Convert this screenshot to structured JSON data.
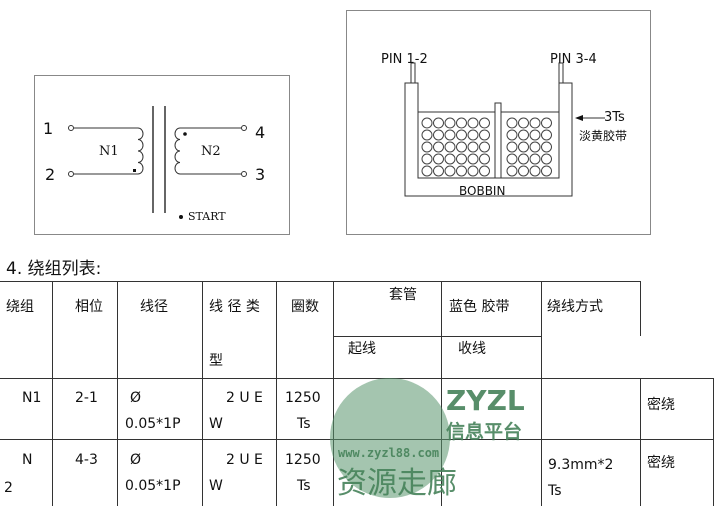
{
  "schematic": {
    "pins": [
      "1",
      "2",
      "4",
      "3"
    ],
    "windings": [
      "N1",
      "N2"
    ],
    "start_label": "START"
  },
  "bobbin": {
    "pin_left": "PIN 1-2",
    "pin_right": "PIN 3-4",
    "tape_turns": "3Ts",
    "tape_label": "淡黄胶带",
    "bobbin_label": "BOBBIN"
  },
  "section_title": "4. 绕组列表:",
  "table": {
    "headers": {
      "winding": "绕组",
      "phase": "相位",
      "wire_dia": "线径",
      "wire_type_1": "线 径 类",
      "wire_type_2": "型",
      "turns": "圈数",
      "sleeve": "套管",
      "tape": "蓝色 胶带",
      "method": "绕线方式",
      "start": "起线",
      "end": "收线"
    },
    "rows": [
      {
        "winding": "N1",
        "phase": "2-1",
        "dia1": "Ø",
        "dia2": "0.05*1P",
        "type1": "2 U E",
        "type2": "W",
        "turns1": "1250",
        "turns2": "Ts",
        "method": "",
        "extra": "密绕"
      },
      {
        "winding1": "N",
        "winding2": "2",
        "phase": "4-3",
        "dia1": "Ø",
        "dia2": "0.05*1P",
        "type1": "2 U E",
        "type2": "W",
        "turns1": "1250",
        "turns2": "Ts",
        "method1": "9.3mm*2",
        "method2": "Ts",
        "extra": "密绕"
      }
    ]
  },
  "watermark": {
    "brand": "ZYZL",
    "cn": "资源走廊",
    "sub": "信息平台",
    "url": "www.zyzl88.com"
  }
}
